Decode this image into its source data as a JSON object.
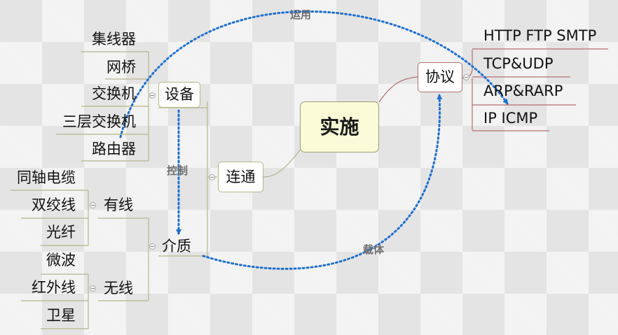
{
  "center": {
    "label": "实施"
  },
  "left": {
    "connect": {
      "label": "连通"
    },
    "device": {
      "label": "设备",
      "items": [
        "集线器",
        "网桥",
        "交换机",
        "三层交换机",
        "路由器"
      ]
    },
    "medium": {
      "label": "介质",
      "wired": {
        "label": "有线",
        "items": [
          "同轴电缆",
          "双绞线",
          "光纤"
        ]
      },
      "wireless": {
        "label": "无线",
        "items": [
          "微波",
          "红外线",
          "卫星"
        ]
      }
    }
  },
  "right": {
    "protocol": {
      "label": "协议",
      "items": [
        "HTTP FTP SMTP",
        "TCP&UDP",
        "ARP&RARP",
        "IP ICMP"
      ]
    }
  },
  "relations": {
    "use": "运用",
    "control": "控制",
    "carry": "载体"
  },
  "colors": {
    "relation_line": "#1f6fd1",
    "left_branch": "#b5b58a",
    "right_branch": "#b56e70",
    "center_fill": "#fbfbd8"
  }
}
